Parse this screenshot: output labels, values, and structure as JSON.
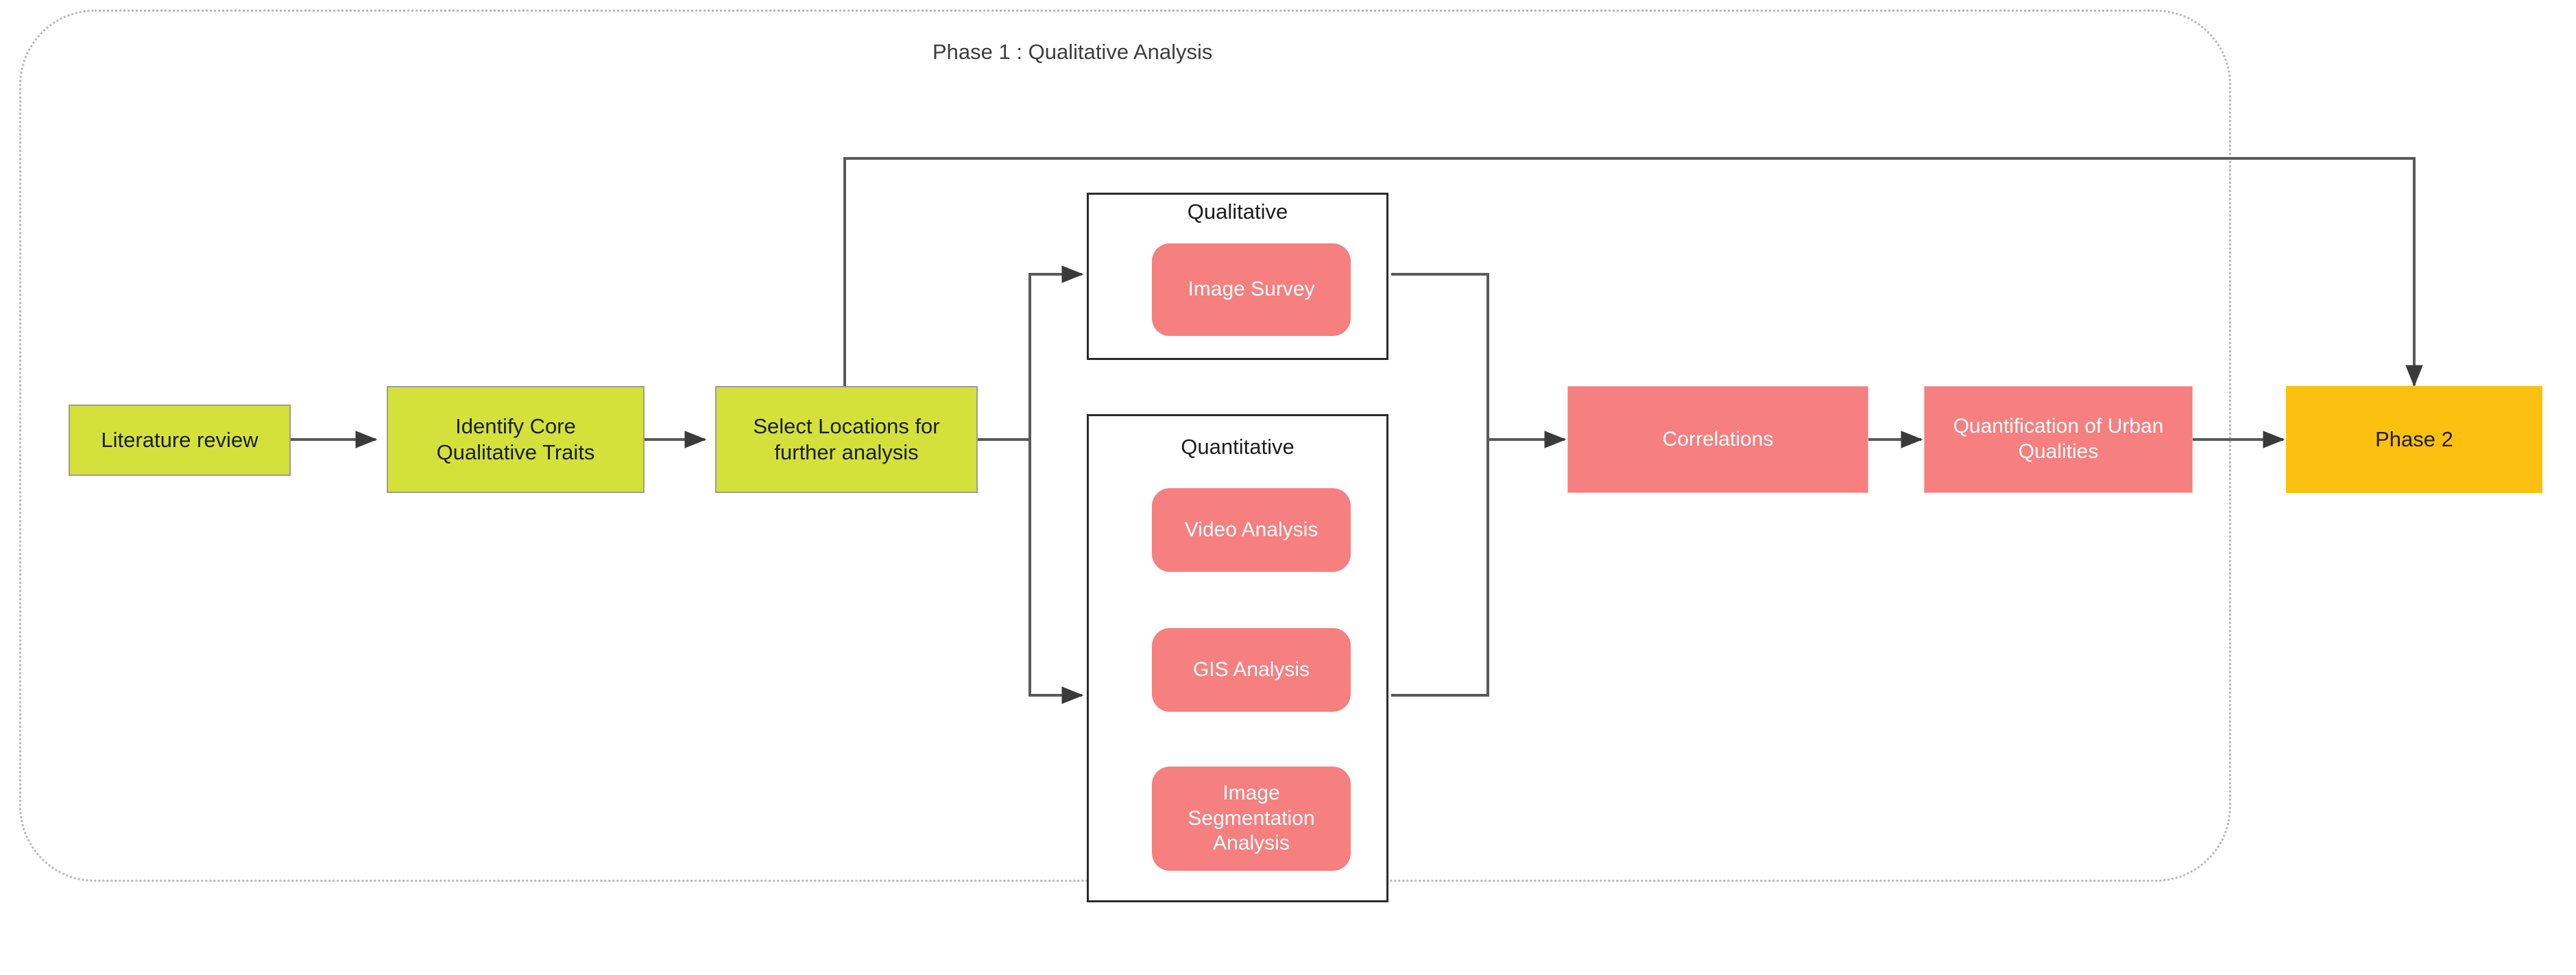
{
  "diagram": {
    "title": "Phase 1 : Qualitative Analysis",
    "type": "flowchart",
    "colors": {
      "stage_green": "#d4e13a",
      "method_salmon": "#f67f7f",
      "phase_amber": "#fcc010",
      "edge_gray": "#5a5a5a",
      "group_border": "#2b2b2b",
      "boundary_dotted": "#b8b8b8"
    },
    "boundary_label": "phase-1-dotted-boundary"
  },
  "nodes": {
    "literature_review": {
      "label": "Literature review"
    },
    "identify_traits": {
      "label": "Identify Core\nQualitative Traits",
      "line1": "Identify Core",
      "line2": "Qualitative Traits"
    },
    "select_locations": {
      "label": "Select Locations for\nfurther analysis",
      "line1": "Select Locations for",
      "line2": "further analysis"
    },
    "correlations": {
      "label": "Correlations"
    },
    "quantification": {
      "label": "Quantification of Urban\nQualities",
      "line1": "Quantification of Urban",
      "line2": "Qualities"
    },
    "phase2": {
      "label": "Phase 2"
    }
  },
  "groups": {
    "qualitative": {
      "title": "Qualitative",
      "methods": [
        {
          "label": "Image Survey"
        }
      ]
    },
    "quantitative": {
      "title": "Quantitative",
      "methods": [
        {
          "label": "Video Analysis"
        },
        {
          "label": "GIS Analysis"
        },
        {
          "label": "Image\nSegmentation\nAnalysis",
          "line1": "Image",
          "line2": "Segmentation",
          "line3": "Analysis"
        }
      ]
    }
  },
  "edges": [
    {
      "from": "literature_review",
      "to": "identify_traits",
      "style": "arrow"
    },
    {
      "from": "identify_traits",
      "to": "select_locations",
      "style": "arrow"
    },
    {
      "from": "select_locations",
      "to": "qualitative",
      "style": "arrow-branch-up"
    },
    {
      "from": "select_locations",
      "to": "quantitative",
      "style": "arrow-branch-down"
    },
    {
      "from": "qualitative",
      "to": "correlations",
      "style": "arrow-merge"
    },
    {
      "from": "quantitative",
      "to": "correlations",
      "style": "arrow-merge"
    },
    {
      "from": "correlations",
      "to": "quantification",
      "style": "arrow"
    },
    {
      "from": "quantification",
      "to": "phase2",
      "style": "arrow"
    },
    {
      "from": "select_locations",
      "to": "phase2",
      "style": "arrow-top-loop"
    }
  ]
}
